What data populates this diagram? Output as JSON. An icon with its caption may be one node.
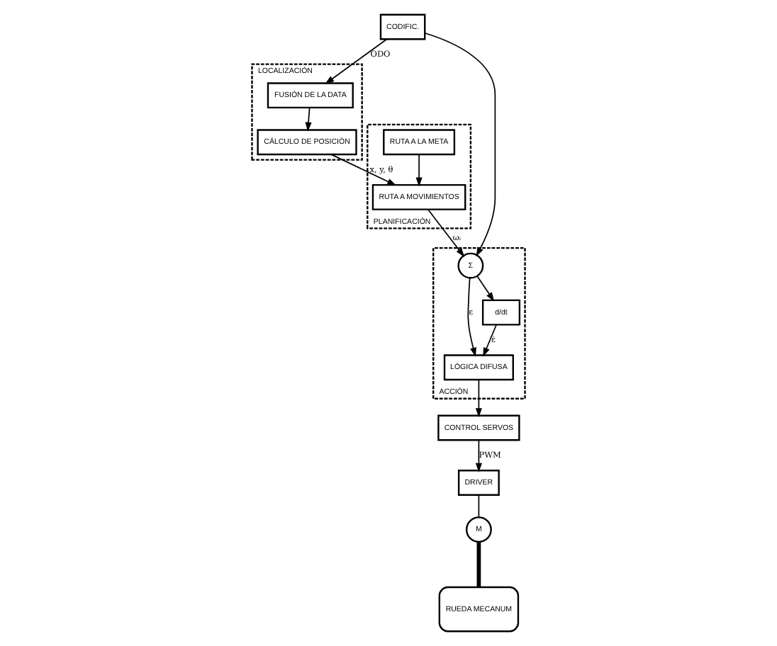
{
  "diagram": {
    "nodes": [
      {
        "text": [
          "LOCALIZACIÓN"
        ]
      },
      {
        "text": [
          "FUSIÓN DE LA DATA"
        ],
        "in": 0
      },
      {
        "text": [
          "CÁLCULO DE POSICIÓN"
        ],
        "in": 0
      },
      {
        "text": [
          "PLANIFICACIÓN"
        ]
      },
      {
        "text": [
          "RUTA A MOVIMIENTOS"
        ],
        "in": 3
      },
      {
        "text": [
          "RUTA A LA META"
        ],
        "in": 3
      },
      {
        "text": [
          "ACCIÓN"
        ]
      },
      {
        "text": [
          "Σ"
        ],
        "in": 6
      },
      {
        "text": [
          "LÓGICA DIFUSA"
        ],
        "in": 6
      },
      {
        "text": [
          "d/dt"
        ],
        "in": 6
      },
      {
        "text": [
          "CONTROL SERVOS"
        ]
      },
      {
        "text": [
          "DRIVER"
        ]
      },
      {
        "text": [
          "M"
        ]
      },
      {
        "text": [
          "CODIFIC."
        ]
      },
      {
        "text": [
          "RUEDA MECANUM"
        ]
      }
    ],
    "edges": [
      {
        "from": 1,
        "to": 2,
        "arrow": "to"
      },
      {
        "from": 2,
        "to": 4,
        "label": "x, y, θ",
        "arrow": "to"
      },
      {
        "from": 5,
        "to": 4,
        "arrow": "to"
      },
      {
        "from": 4,
        "to": 7,
        "label": "ωᵢ",
        "arrow": "to"
      },
      {
        "from": 7,
        "to": 8,
        "label": "ε",
        "arrow": "to"
      },
      {
        "from": 7,
        "to": 9,
        "arrow": "to"
      },
      {
        "from": 9,
        "to": 8,
        "label": "ε̇",
        "arrow": "to"
      },
      {
        "from": 8,
        "to": 10,
        "arrow": "to"
      },
      {
        "from": 10,
        "to": 11,
        "label": "PWM",
        "arrow": "to"
      },
      {
        "from": 11,
        "to": 12,
        "arrow": "none"
      },
      {
        "from": 12,
        "to": 14,
        "arrow": "none",
        "style": "thick"
      },
      {
        "from": 13,
        "to": 1,
        "label": "ODO",
        "arrow": "to"
      },
      {
        "from": 13,
        "to": 7,
        "arrow": "to"
      }
    ]
  }
}
